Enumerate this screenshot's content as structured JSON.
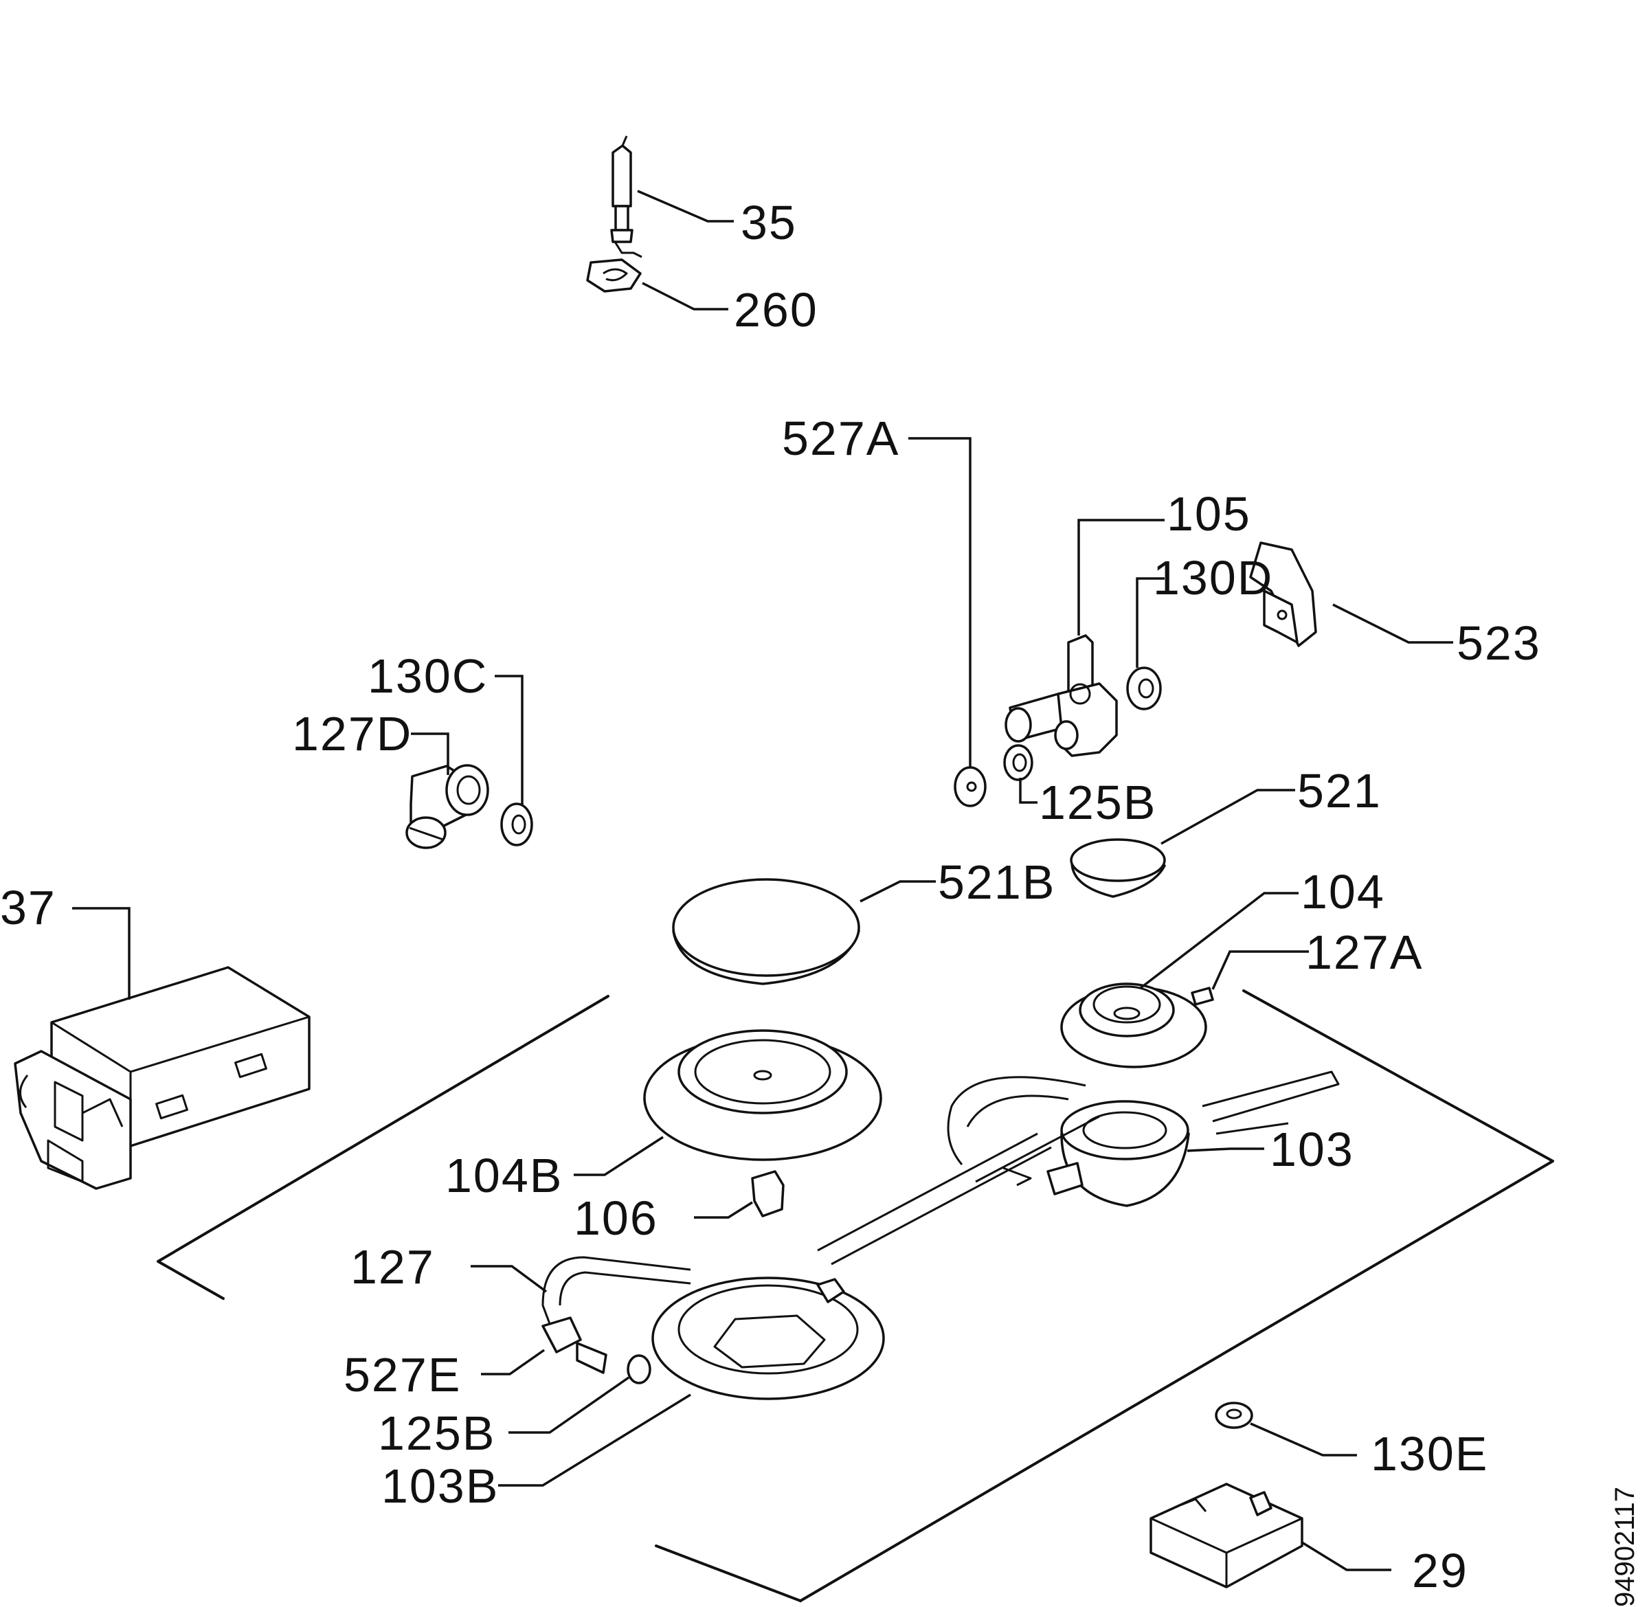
{
  "labels": {
    "l35": "35",
    "l260": "260",
    "l527A": "527A",
    "l105": "105",
    "l130D": "130D",
    "l523": "523",
    "l130C": "130C",
    "l127D": "127D",
    "l125B_top": "125B",
    "l521": "521",
    "l521B": "521B",
    "l104": "104",
    "l127A": "127A",
    "l37": "37",
    "l104B": "104B",
    "l106": "106",
    "l103": "103",
    "l127": "127",
    "l527E": "527E",
    "l125B_bot": "125B",
    "l103B": "103B",
    "l130E": "130E",
    "l29": "29"
  },
  "document_number": "94902117"
}
